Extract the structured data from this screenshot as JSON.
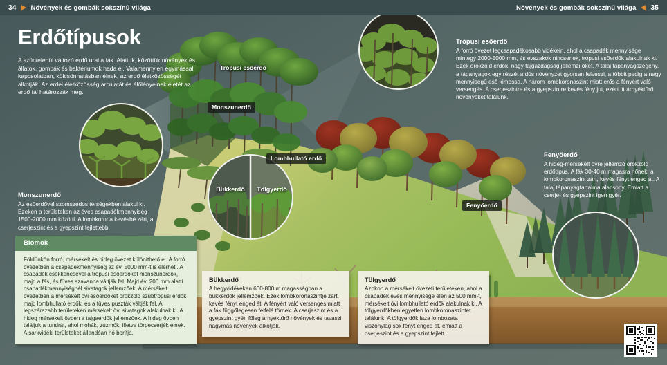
{
  "header": {
    "left_page": "34",
    "right_page": "35",
    "left_title": "Növények és gombák sokszínű világa",
    "right_title": "Növények és gombák sokszínű világa",
    "arrow_left_icon": "triangle-right-icon",
    "arrow_right_icon": "triangle-left-icon",
    "bar_color": "#3b4c4e",
    "arrow_color": "#e08a2e"
  },
  "page": {
    "title": "Erdőtípusok",
    "intro": "A szüntelenül változó erdő urai a fák. Alattuk, közöttük növények és állatok, gombák és baktériumok hada él. Valamennyien egymással kapcsolatban, kölcsönhatásban élnek, az erdő életközösségét alkotják. Az erdei életközösség arculatát és élőlényeinek életét az erdő fái határozzák meg.",
    "background_color": "#56696a"
  },
  "diagram": {
    "tags": [
      {
        "label": "Trópusi esőerdő",
        "name": "tag-tropusi-esoerdo"
      },
      {
        "label": "Monszunerdő",
        "name": "tag-monszunerdo"
      },
      {
        "label": "Lombhullató erdő",
        "name": "tag-lombhullato-erdo"
      },
      {
        "label": "Fenyőerdő",
        "name": "tag-fenyoerdo"
      }
    ],
    "circle_labels": [
      {
        "label": "Bükkerdő",
        "name": "circle-label-bukkerdo"
      },
      {
        "label": "Tölgyerdő",
        "name": "circle-label-tolgyerdo"
      }
    ],
    "photo_circles": [
      {
        "name": "photo-circle-tropical-rainforest"
      },
      {
        "name": "photo-circle-monsoon-forest"
      },
      {
        "name": "photo-circle-beech-oak"
      },
      {
        "name": "photo-circle-pine-forest"
      }
    ]
  },
  "blocks": {
    "tropusi": {
      "title": "Trópusi esőerdő",
      "text": "A forró övezet legcsapadékosabb vidékein, ahol a csapadék mennyisége mintegy 2000-5000 mm, és évszakok nincsenek, trópusi esőerdők alakulnak ki. Ezek örökzöld erdők, nagy fajgazdagság jellemzi őket. A talaj tápanyagszegény, a tápanyagok egy részét a dús növényzet gyorsan felveszi, a többit pedig a nagy mennyiségű eső kimossa. A három lombkoronaszint miatt erős a fényért való versengés. A cserjeszintre és a gyepszintre kevés fény jut, ezért itt árnyéktűrő növényeket találunk."
    },
    "fenyo": {
      "title": "Fenyőerdő",
      "text": "A hideg-mérsékelt övre jellemző örökzöld erdőtípus. A fák 30-40 m magasra nőnek, a lombkoronaszint zárt, kevés fényt enged át. A talaj tápanyagtartalma alacsony. Emiatt a cserje- és gyepszint igen gyér."
    },
    "monszun": {
      "title": "Monszunerdő",
      "text": "Az esőerdővel szomszédos térségekben alakul ki. Ezeken a területeken az éves csapadékmennyiség 1500-2000 mm közötti. A lombkorona kevésbé zárt, a cserjeszint és a gyepszint fejlettebb."
    },
    "biomok": {
      "title": "Biomok",
      "text": "Földünkön forró, mérsékelt és hideg övezet különíthető el. A forró övezetben a csapadékmennyiség az évi 5000 mm-t is elérheti. A csapadék csökkenésével a trópusi esőerdőket monszunerdők, majd a fás, és füves szavanna váltják fel. Majd évi 200 mm alatti csapadékmennyiségnél sivatagok jellemzőek. A mérsékelt övezetben a mérsékelt övi esőerdőket örökzöld szubtrópusi erdők majd lombhullató erdők, és a füves puszták váltják fel. A legszárazabb területeken mérsékelt övi sivatagok alakulnak ki. A hideg mérsékelt övben a tajgaerdők jellemzőek. A hideg övben találjuk a tundrát, ahol mohák, zuzmók, illetve törpecserjék élnek. A sarkvidéki területeket állandóan hó borítja.",
      "header_color": "#5f8a63",
      "body_color": "#e6eedd"
    },
    "bukkerdo": {
      "title": "Bükkerdő",
      "text": "A hegyvidékeken 600-800 m magasságban a bükkerdők jellemzőek. Ezek lombkoronaszintje zárt, kevés fényt enged át. A fényért való versengés miatt a fák függőlegesen felfelé törnek. A cserjeszint és a gyepszint gyér, főleg árnyéktűrő növények és tavaszi hagymás növények alkotják."
    },
    "tolgyerdo": {
      "title": "Tölgyerdő",
      "text": "Azokon a mérsékelt övezeti területeken, ahol a csapadék éves mennyisége eléri az 500 mm-t, mérsékelt övi lombhullató erdők alakulnak ki. A tölgyerdőkben egyetlen lombkoronaszintet találunk. A tölgyerdők laza lombozata viszonylag sok fényt enged át, emiatt a cserjeszint és a gyepszint fejlett."
    }
  },
  "qr": {
    "name": "qr-code"
  }
}
